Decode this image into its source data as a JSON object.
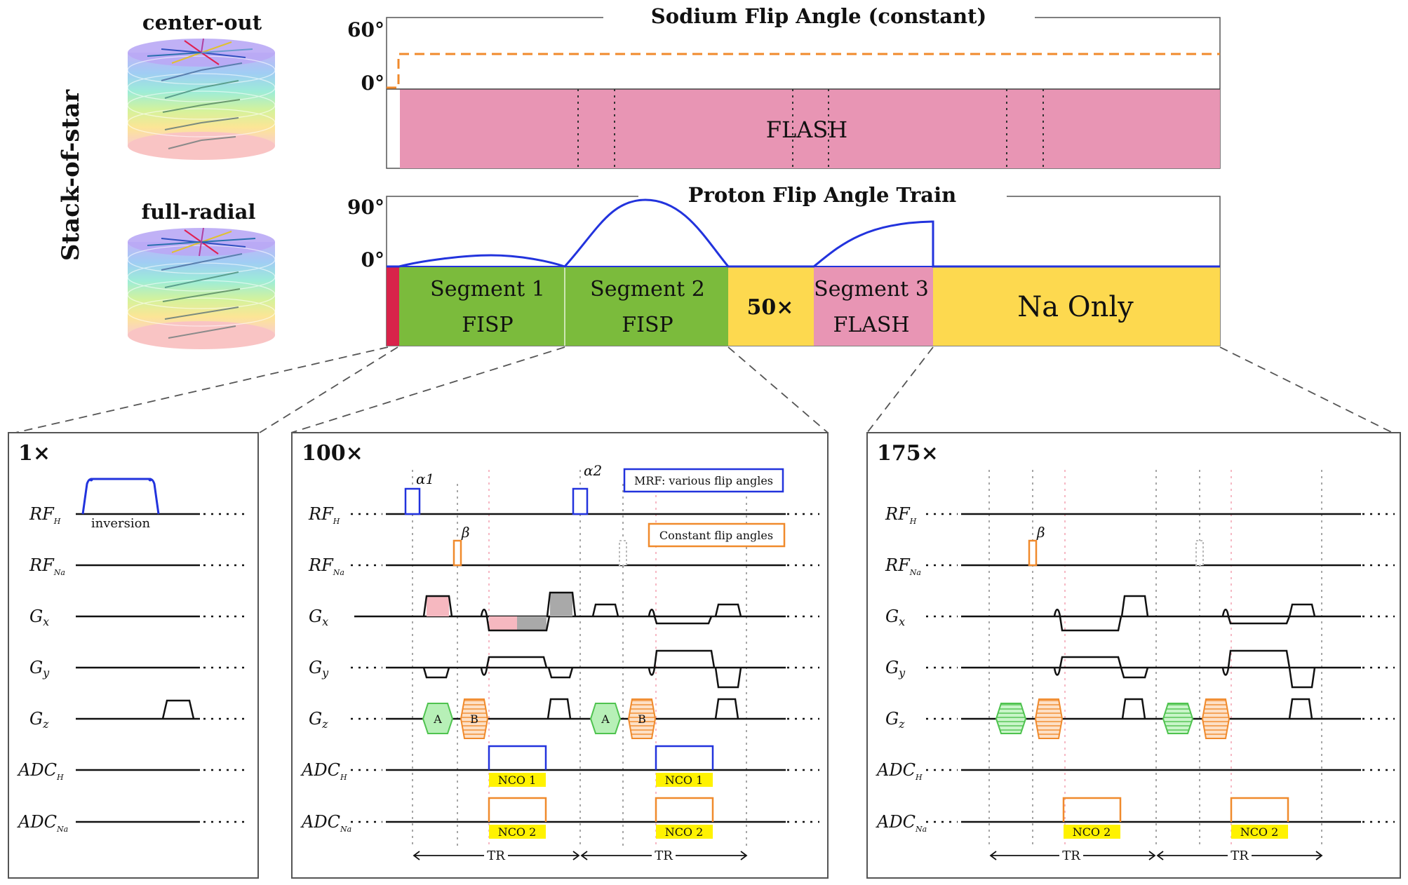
{
  "left_panel": {
    "vertical_title": "Stack-of-star",
    "top_label": "center-out",
    "bottom_label": "full-radial"
  },
  "sodium_plot": {
    "title": "Sodium Flip Angle (constant)",
    "y_max_label": "60°",
    "y_zero_label": "0°",
    "bar_label": "FLASH",
    "line_color": "#f08a2c",
    "bar_color": "#e895b4"
  },
  "proton_plot": {
    "title": "Proton Flip Angle Train",
    "y_max_label": "90°",
    "y_zero_label": "0°",
    "line_color": "#2233dd",
    "segments": [
      {
        "line1": "Segment 1",
        "line2": "FISP",
        "color": "#7bbb3c"
      },
      {
        "line1": "Segment 2",
        "line2": "FISP",
        "color": "#7bbb3c"
      },
      {
        "line1": "50×",
        "line2": "",
        "color": "#fdd94f"
      },
      {
        "line1": "Segment 3",
        "line2": "FLASH",
        "color": "#e895b4"
      },
      {
        "line1": "Na Only",
        "line2": "",
        "color": "#fdd94f"
      }
    ],
    "inversion_color": "#d8234a"
  },
  "channels": [
    "RF_H",
    "RF_Na",
    "G_x",
    "G_y",
    "G_z",
    "ADC_H",
    "ADC_Na"
  ],
  "boxes": {
    "box1": {
      "repeat": "1×",
      "inversion_label": "inversion"
    },
    "box2": {
      "repeat": "100×",
      "alpha1": "α1",
      "alpha2": "α2",
      "beta": "β",
      "mrf_legend": "MRF: various flip angles",
      "constant_legend": "Constant flip angles",
      "gz_label_a": "A",
      "gz_label_b": "B",
      "nco1": "NCO 1",
      "nco2": "NCO 2",
      "tr": "TR"
    },
    "box3": {
      "repeat": "175×",
      "beta": "β",
      "nco2": "NCO 2",
      "tr": "TR"
    }
  },
  "colors": {
    "mrf_blue": "#2233dd",
    "na_orange": "#f08a2c",
    "nco_yellow": "#fff200",
    "green_block": "#7ee07e",
    "pink_lobe": "#f6b8c0",
    "grey_lobe": "#a9a9a9"
  }
}
